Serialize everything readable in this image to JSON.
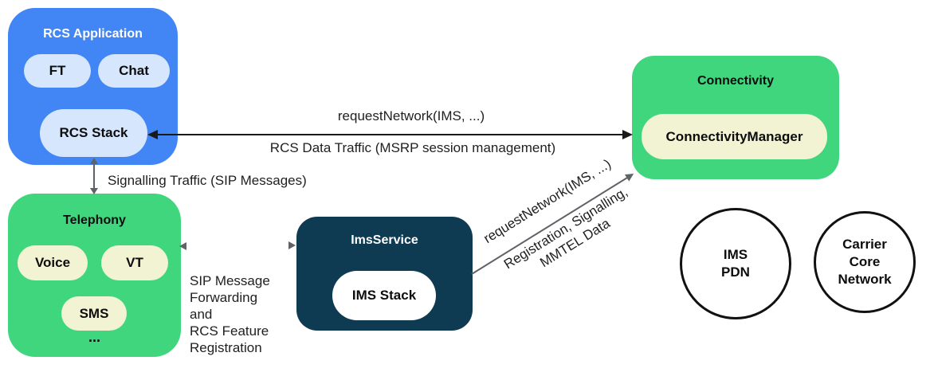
{
  "colors": {
    "background": "#FFFFFF",
    "blue_box": "#4285F4",
    "light_blue_pill": "#D6E6FC",
    "green_box": "#3FD67E",
    "cream_pill": "#F1F3D2",
    "navy_box": "#0E3A52",
    "white_pill": "#FFFFFF",
    "black_arrow": "#1A1A1A",
    "gray_arrow": "#5F6368",
    "text_dark": "#1F1F1F",
    "text_white": "#FFFFFF",
    "circle_border": "#111111"
  },
  "boxes": {
    "rcs_application": {
      "title": "RCS Application",
      "pill_ft": "FT",
      "pill_chat": "Chat",
      "pill_rcs_stack": "RCS Stack"
    },
    "telephony": {
      "title": "Telephony",
      "pill_voice": "Voice",
      "pill_vt": "VT",
      "pill_sms": "SMS",
      "more": "..."
    },
    "ims_service": {
      "title": "ImsService",
      "pill_ims_stack": "IMS Stack"
    },
    "connectivity": {
      "title": "Connectivity",
      "pill_connectivity_manager": "ConnectivityManager"
    }
  },
  "circles": {
    "ims_pdn": {
      "line1": "IMS",
      "line2": "PDN"
    },
    "carrier_core_network": {
      "line1": "Carrier",
      "line2": "Core",
      "line3": "Network"
    }
  },
  "labels": {
    "request_network_horizontal": "requestNetwork(IMS, ...)",
    "rcs_data_traffic": "RCS Data Traffic (MSRP session management)",
    "signalling_traffic": "Signalling Traffic (SIP Messages)",
    "sip_forwarding_lines": [
      "SIP Message",
      "Forwarding",
      "and",
      "RCS Feature",
      "Registration"
    ],
    "request_network_diagonal": "requestNetwork(IMS, ...)",
    "registration_signalling": "Registration, Signalling,",
    "mmtel_data": "MMTEL Data"
  }
}
